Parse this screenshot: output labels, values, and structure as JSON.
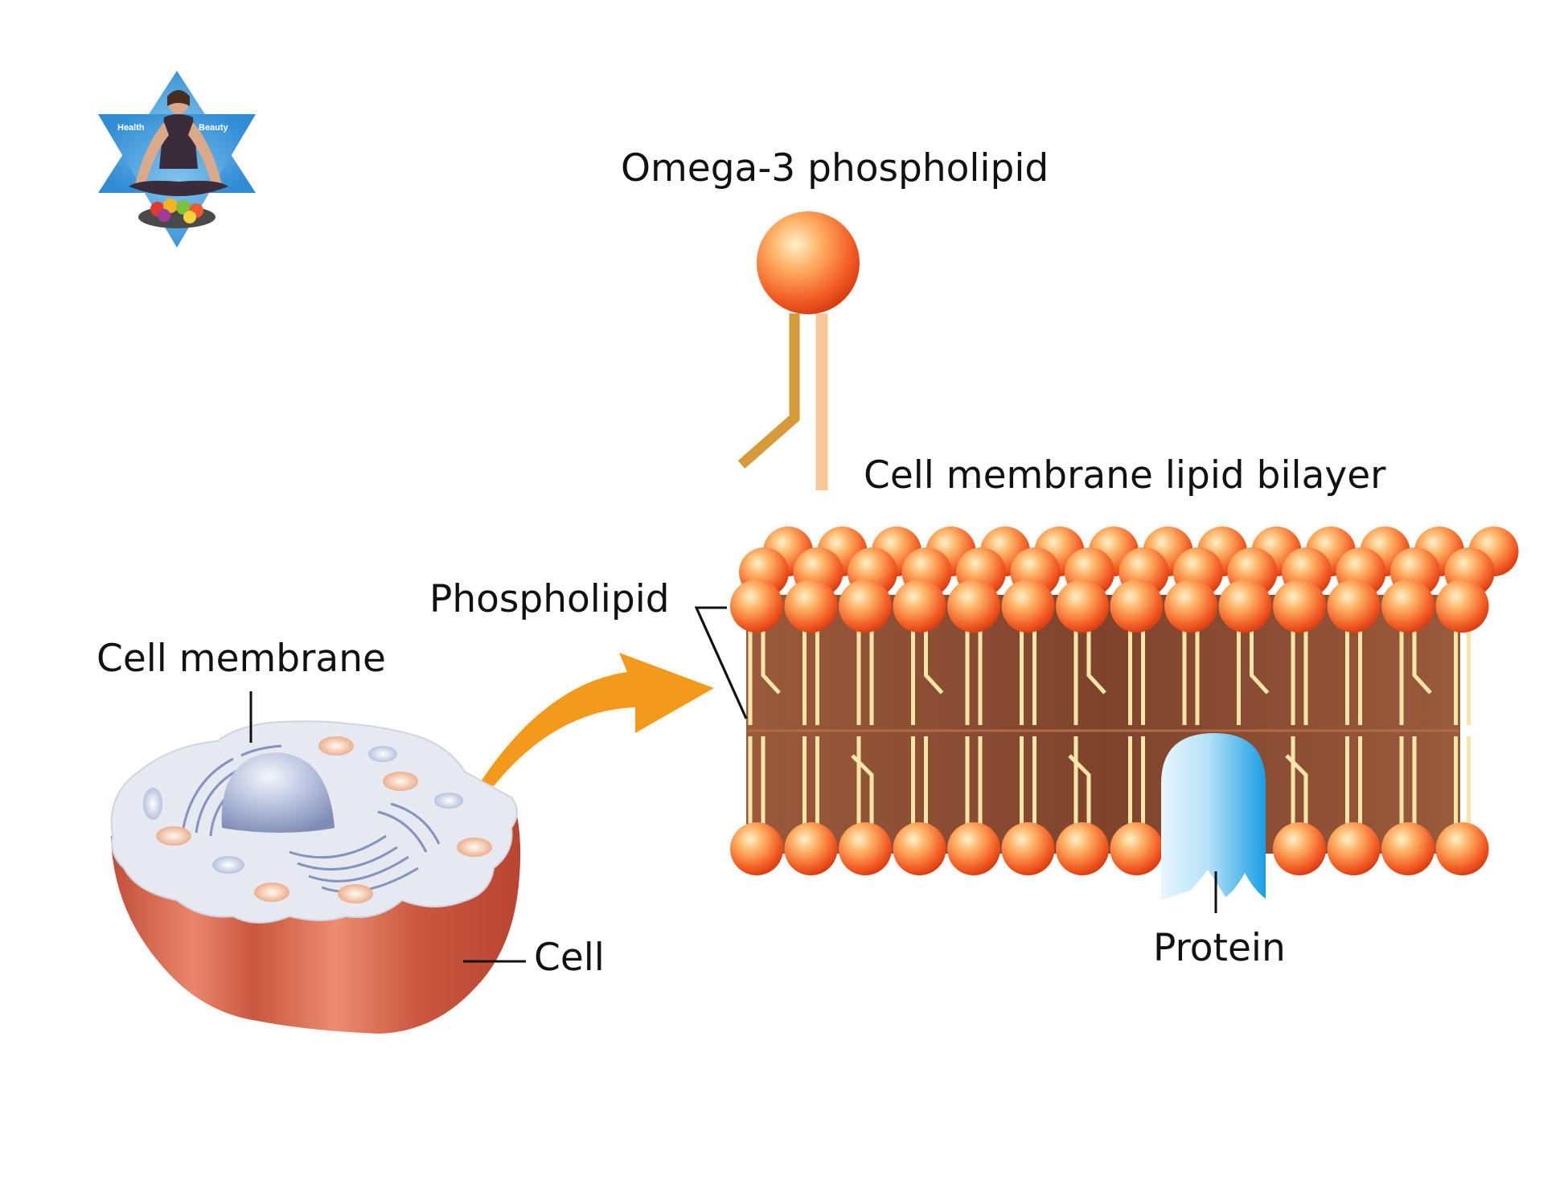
{
  "logo": {
    "left_text": "Health",
    "right_text": "Beauty"
  },
  "labels": {
    "omega3": "Omega-3 phospholipid",
    "bilayer": "Cell membrane lipid bilayer",
    "phospholipid": "Phospholipid",
    "cell_membrane": "Cell membrane",
    "cell": "Cell",
    "protein": "Protein"
  },
  "colors": {
    "head_orange": "#f26a2a",
    "head_highlight": "#ffd39a",
    "membrane_interior": "#8b4a32",
    "tail_cream": "#f8e6a8",
    "omega_tail_gold": "#d69a3a",
    "omega_tail_peach": "#f8c898",
    "arrow_orange": "#f39a1c",
    "protein_blue": "#2aa8e8",
    "cell_top": "#e4e8f0",
    "cell_side": "#c9614a",
    "nucleus": "#a9b4d4",
    "logo_blue": "#2f8bd4"
  }
}
